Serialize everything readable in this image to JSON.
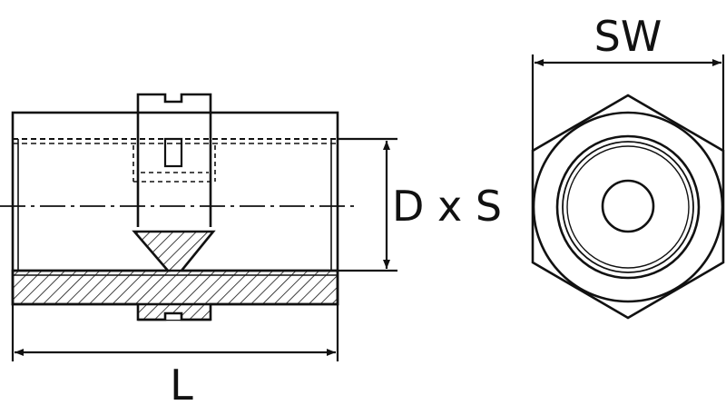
{
  "labels": {
    "length": "L",
    "diameter_thread": "D x S",
    "wrench_size": "SW"
  },
  "colors": {
    "stroke": "#111111",
    "background": "#ffffff"
  }
}
